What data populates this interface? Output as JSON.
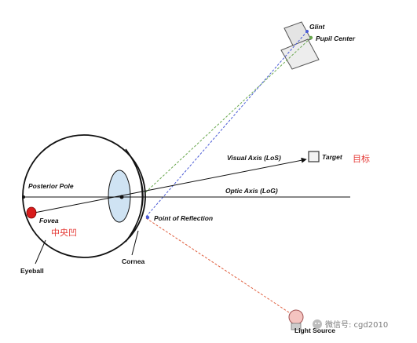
{
  "labels": {
    "glint": "Glint",
    "pupil_center": "Pupil Center",
    "visual_axis": "Visual Axis (LoS)",
    "target": "Target",
    "target_cn": "目标",
    "posterior_pole": "Posterior Pole",
    "optic_axis": "Optic Axis (LoG)",
    "point_of_reflection": "Point of Reflection",
    "fovea": "Fovea",
    "fovea_cn": "中央凹",
    "eyeball": "Eyeball",
    "cornea": "Cornea",
    "light_source": "Light Source"
  },
  "watermark": {
    "text": "微信号: cgd2010"
  },
  "colors": {
    "line": "#111111",
    "pupil_ray": "#6aa84f",
    "glint_ray": "#4a5bd6",
    "light_ray": "#e06040",
    "fovea": "#d81b1b",
    "lens_fill": "#cfe3f3",
    "annotation_cn": "#e53935"
  }
}
